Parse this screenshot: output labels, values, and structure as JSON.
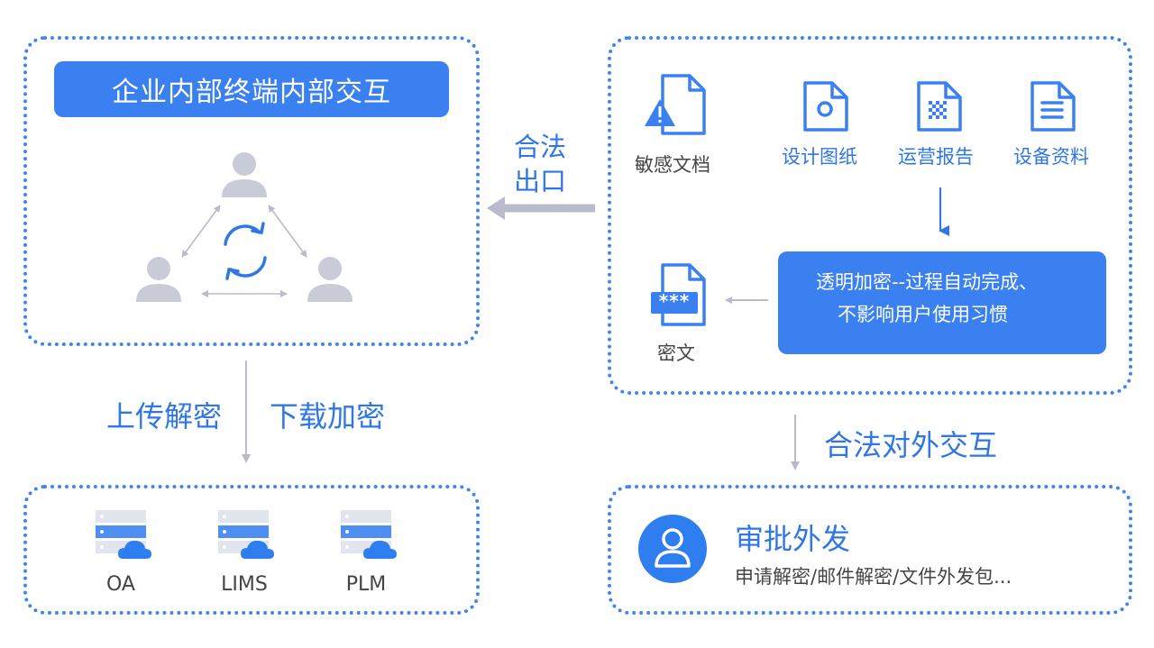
{
  "internal": {
    "title": "企业内部终端内部交互"
  },
  "flow": {
    "legal_exit_line1": "合法",
    "legal_exit_line2": "出口",
    "upload_decrypt": "上传解密",
    "download_encrypt": "下载加密",
    "legal_external": "合法对外交互"
  },
  "documents": {
    "sensitive": "敏感文档",
    "design": "设计图纸",
    "operations": "运营报告",
    "equipment": "设备资料"
  },
  "encryption": {
    "line1": "透明加密--过程自动完成、",
    "line2": "不影响用户使用习惯"
  },
  "cipher": {
    "label": "密文",
    "stars": "***"
  },
  "systems": [
    "OA",
    "LIMS",
    "PLM"
  ],
  "approval": {
    "title": "审批外发",
    "subtitle": "申请解密/邮件解密/文件外发包..."
  },
  "colors": {
    "brand_blue": "#3a80f0",
    "label_blue": "#2f76e6",
    "user_gray": "#c9cbd8",
    "arrow_gray": "#b9bbcc"
  }
}
